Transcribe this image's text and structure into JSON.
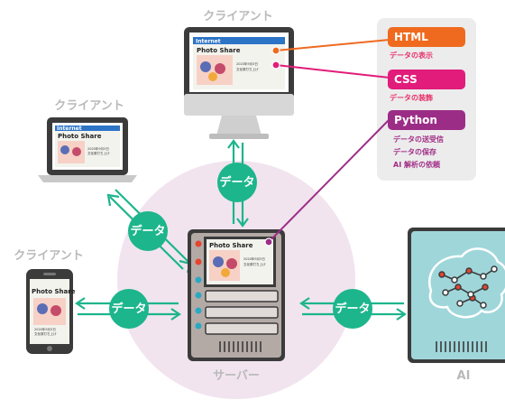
{
  "labels": {
    "client_top": "クライアント",
    "client_left": "クライアント",
    "client_bottom": "クライアント",
    "server": "サーバー",
    "ai": "AI"
  },
  "data_bubble": "データ",
  "screen": {
    "window_title": "Internet",
    "app_title": "Photo Share",
    "date_line1": "2020年9月3日",
    "date_line2": "文化祭打ち上げ"
  },
  "legend": {
    "html": {
      "title": "HTML",
      "items": [
        "データの表示"
      ],
      "color": "#ef6a1f"
    },
    "css": {
      "title": "CSS",
      "items": [
        "データの装飾"
      ],
      "color": "#e21c7a"
    },
    "python": {
      "title": "Python",
      "items": [
        "データの送受信",
        "データの保存",
        "AI 解析の依頼"
      ],
      "color": "#9c2d86"
    }
  },
  "colors": {
    "data_green": "#1db58c",
    "device_dark": "#3b3b3b",
    "server_body": "#b4aaa5",
    "ai_box": "#9fd6da",
    "server_circle": "#f1e4ef",
    "panel_gray": "#ececec"
  }
}
